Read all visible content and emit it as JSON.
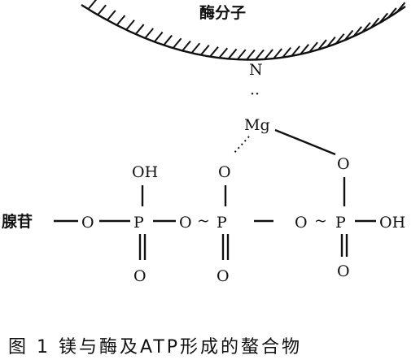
{
  "diagram": {
    "enzyme_label": "酶分子",
    "nitrogen": "N",
    "lone_pair": "··",
    "magnesium": "Mg",
    "adenosine": "腺苷",
    "oxygen": "O",
    "phosphorus": "P",
    "hydroxyl": "OH",
    "tilde": "~",
    "caption": "图 1 镁与酶及ATP形成的螯合物"
  }
}
